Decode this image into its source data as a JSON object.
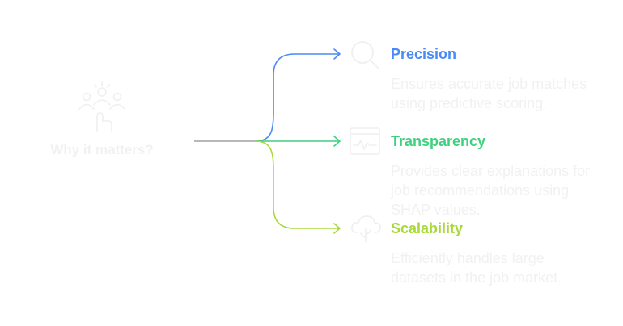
{
  "root": {
    "label": "Why it matters?",
    "icon": "people-gesture-icon"
  },
  "items": [
    {
      "title": "Precision",
      "description": "Ensures accurate job matches using predictive scoring.",
      "icon": "magnifier-icon",
      "color": "#4a8af4"
    },
    {
      "title": "Transparency",
      "description": "Provides clear explanations for job recommendations using SHAP values.",
      "icon": "chart-window-icon",
      "color": "#3fd17f"
    },
    {
      "title": "Scalability",
      "description": "Efficiently handles large datasets in the job market.",
      "icon": "cloud-growth-icon",
      "color": "#a8d93a"
    }
  ],
  "colors": {
    "trunk": "#a0a0a0",
    "faint": "#f1f1f1"
  }
}
